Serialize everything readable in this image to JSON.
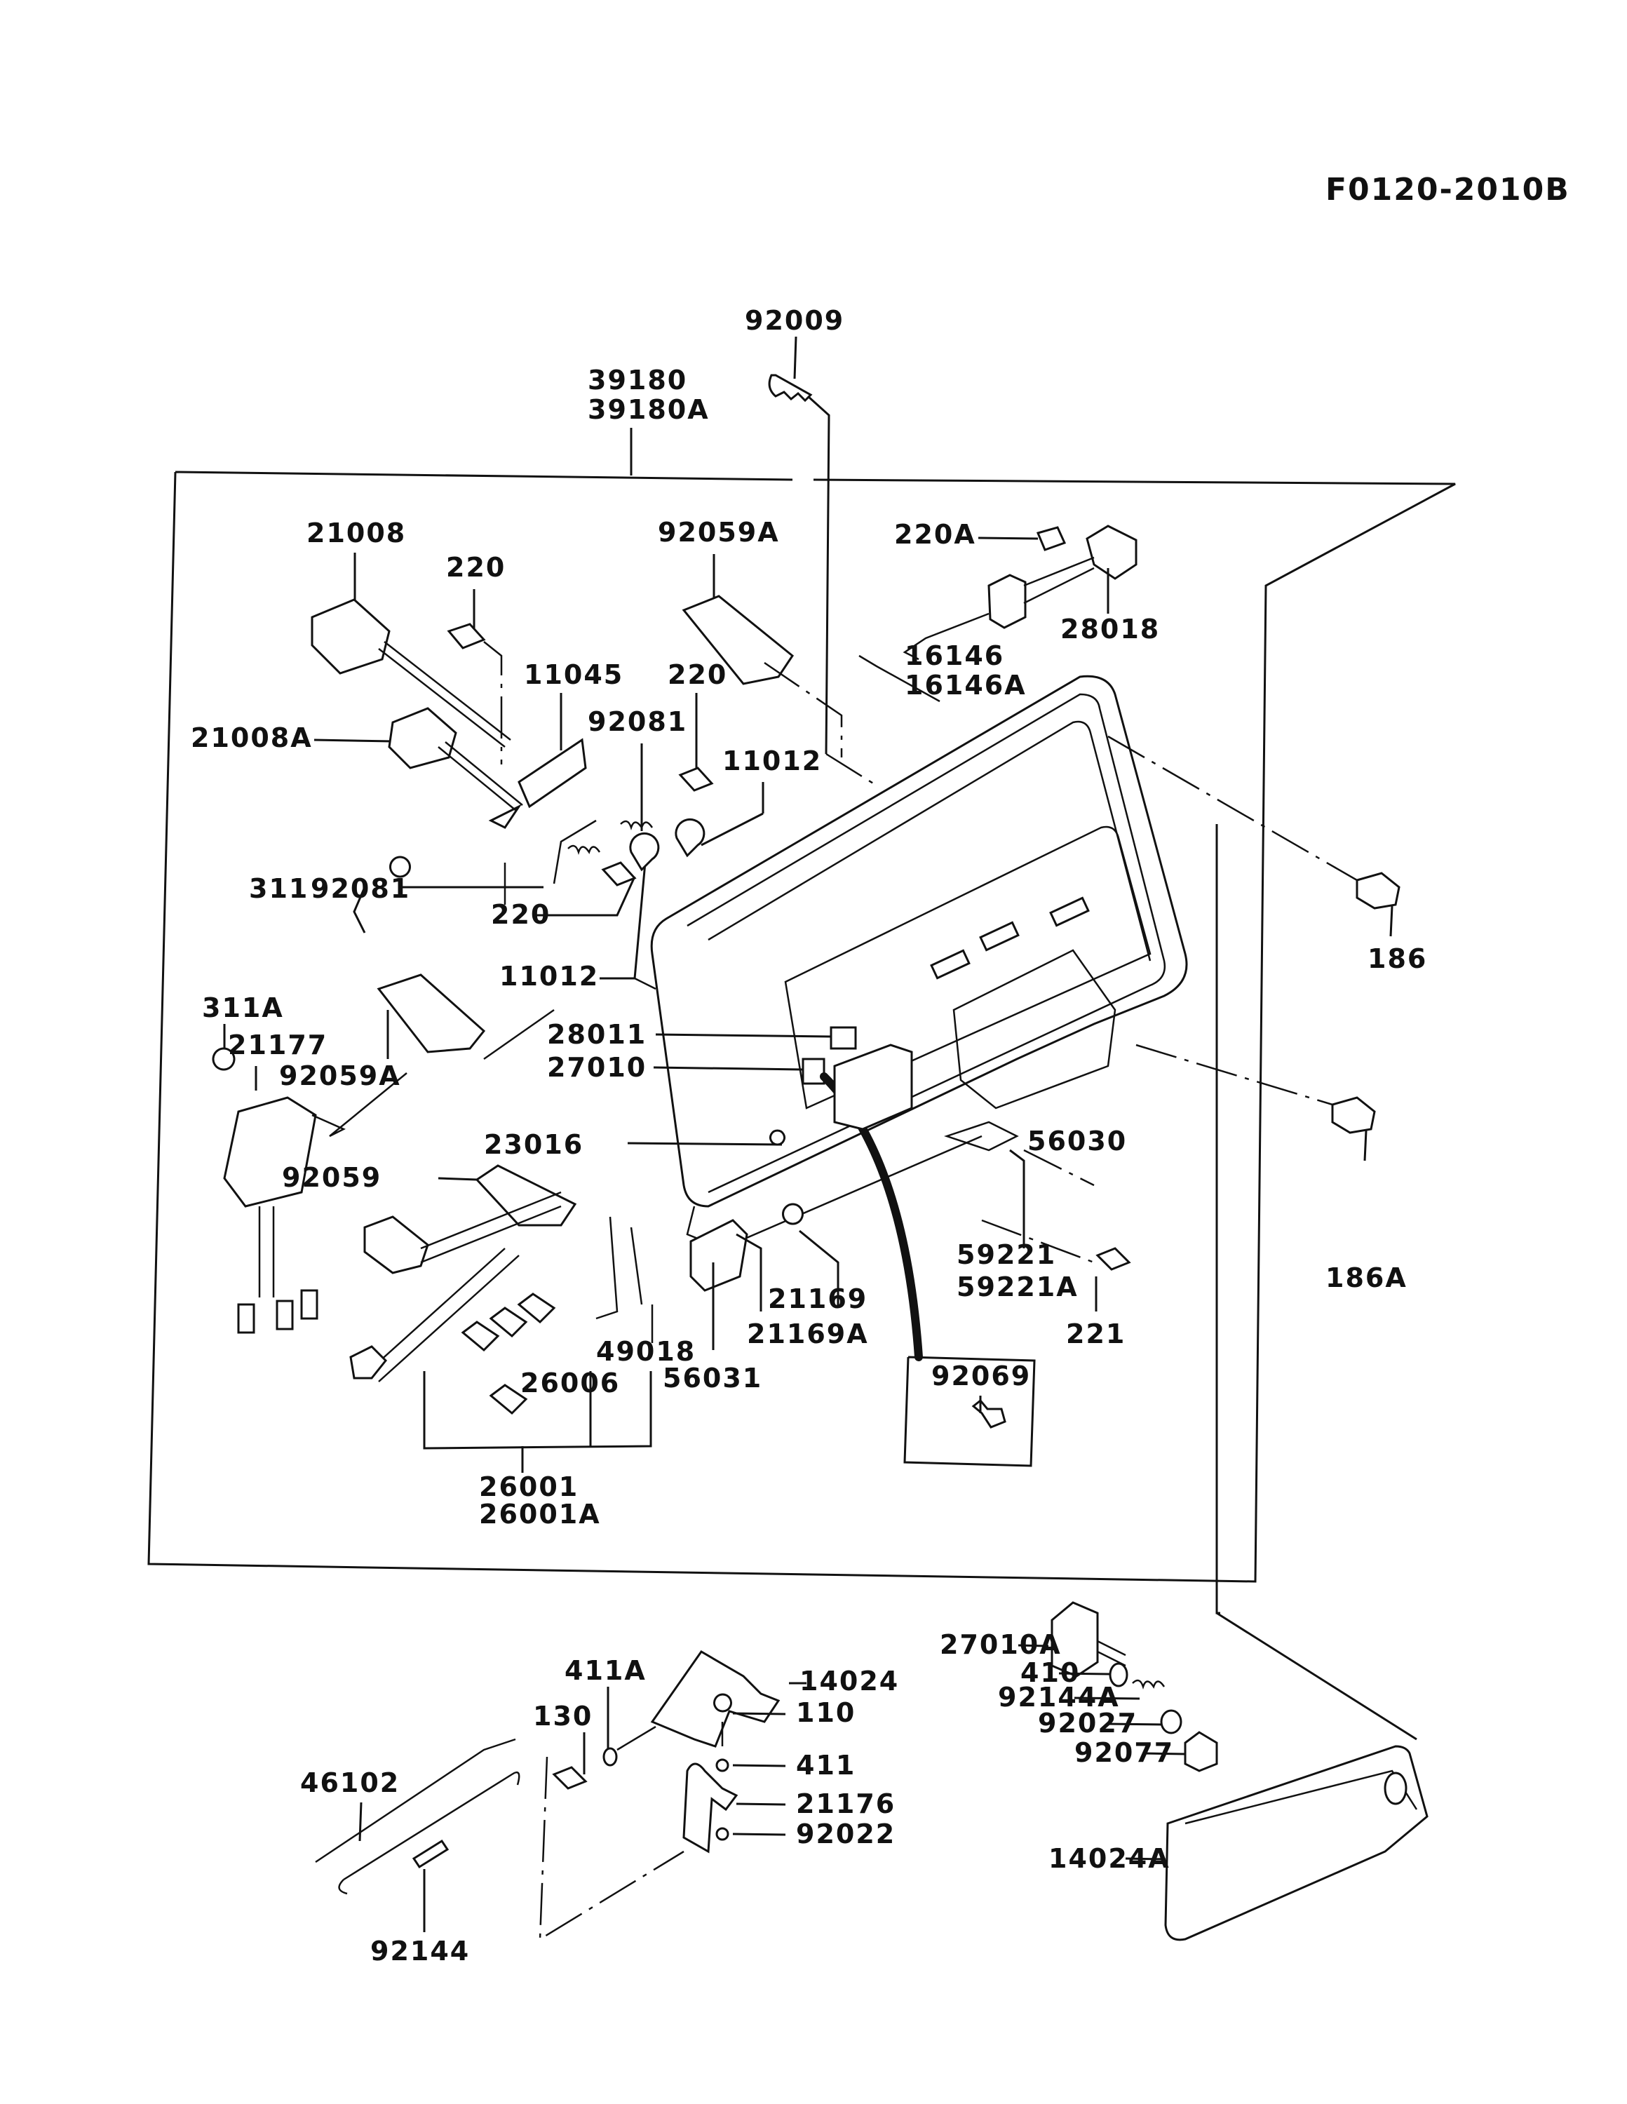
{
  "diagram": {
    "code": "F0120-2010B",
    "labels": {
      "l92009": "92009",
      "l39180": "39180",
      "l39180A": "39180A",
      "l21008": "21008",
      "l220_top": "220",
      "l92059A_top": "92059A",
      "l220A": "220A",
      "l28018": "28018",
      "l16146": "16146",
      "l16146A": "16146A",
      "l11045": "11045",
      "l220_mid": "220",
      "l92081_top": "92081",
      "l11012_top": "11012",
      "l21008A": "21008A",
      "l311": "311",
      "l92081_bot": "92081",
      "l220_low": "220",
      "l11012_low": "11012",
      "l186": "186",
      "l311A": "311A",
      "l21177": "21177",
      "l28011": "28011",
      "l27010": "27010",
      "l92059A_low": "92059A",
      "l56030": "56030",
      "l23016": "23016",
      "l92059": "92059",
      "l186A": "186A",
      "l59221": "59221",
      "l59221A": "59221A",
      "l21169": "21169",
      "l221": "221",
      "l21169A": "21169A",
      "l49018": "49018",
      "l92069": "92069",
      "l56031": "56031",
      "l26006": "26006",
      "l26001": "26001",
      "l26001A": "26001A",
      "l27010A": "27010A",
      "l410": "410",
      "l92144A": "92144A",
      "l92027": "92027",
      "l92077": "92077",
      "l14024A": "14024A",
      "l411A": "411A",
      "l14024": "14024",
      "l130": "130",
      "l110": "110",
      "l46102": "46102",
      "l411": "411",
      "l21176": "21176",
      "l92022": "92022",
      "l92144": "92144"
    }
  }
}
